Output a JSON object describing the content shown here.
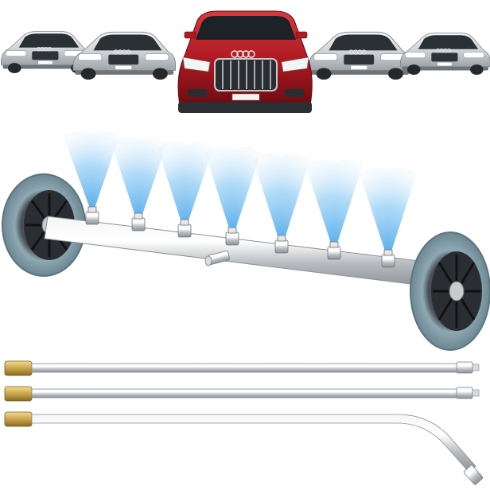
{
  "product": {
    "nozzle_count": 7,
    "wand_count": 3,
    "wheel_count": 2
  },
  "cars": {
    "count": 5,
    "featured_body_color": "#b01a22",
    "silver_body_color": "#d9dbdd"
  },
  "colors": {
    "background": "#ffffff",
    "spray": "#5fb4ee",
    "steel": "#c8cbce",
    "tire": "#7f9aa6",
    "brass": "#c9a54a"
  }
}
